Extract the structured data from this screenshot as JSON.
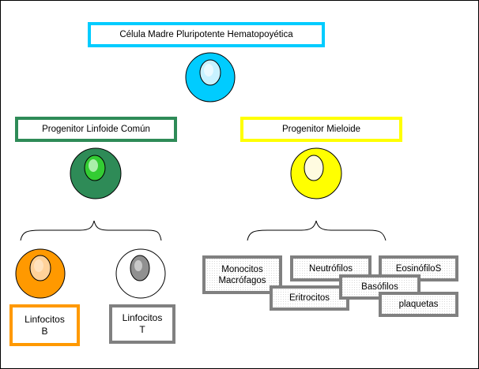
{
  "colors": {
    "stem": "#00b0f0",
    "lymphoid": "#2e8b57",
    "myeloid": "#ffff00",
    "b_cell": "#ff9900",
    "gray": "#808080"
  },
  "stem_cell": {
    "label": "Célula Madre Pluripotente Hematopoyética"
  },
  "lymphoid_progenitor": {
    "label": "Progenitor Linfoide Común"
  },
  "myeloid_progenitor": {
    "label": "Progenitor Mieloide"
  },
  "lymphocytes": {
    "b": {
      "line1": "Linfocitos",
      "line2": "B"
    },
    "t": {
      "line1": "Linfocitos",
      "line2": "T"
    }
  },
  "myeloid_cells": {
    "monocytes": {
      "line1": "Monocitos",
      "line2": "Macrófagos"
    },
    "neutrophils": "Neutrófilos",
    "eosinophils": "EosinófiloS",
    "basophils": "Basófilos",
    "erythrocytes": "Eritrocitos",
    "platelets": "plaquetas"
  }
}
